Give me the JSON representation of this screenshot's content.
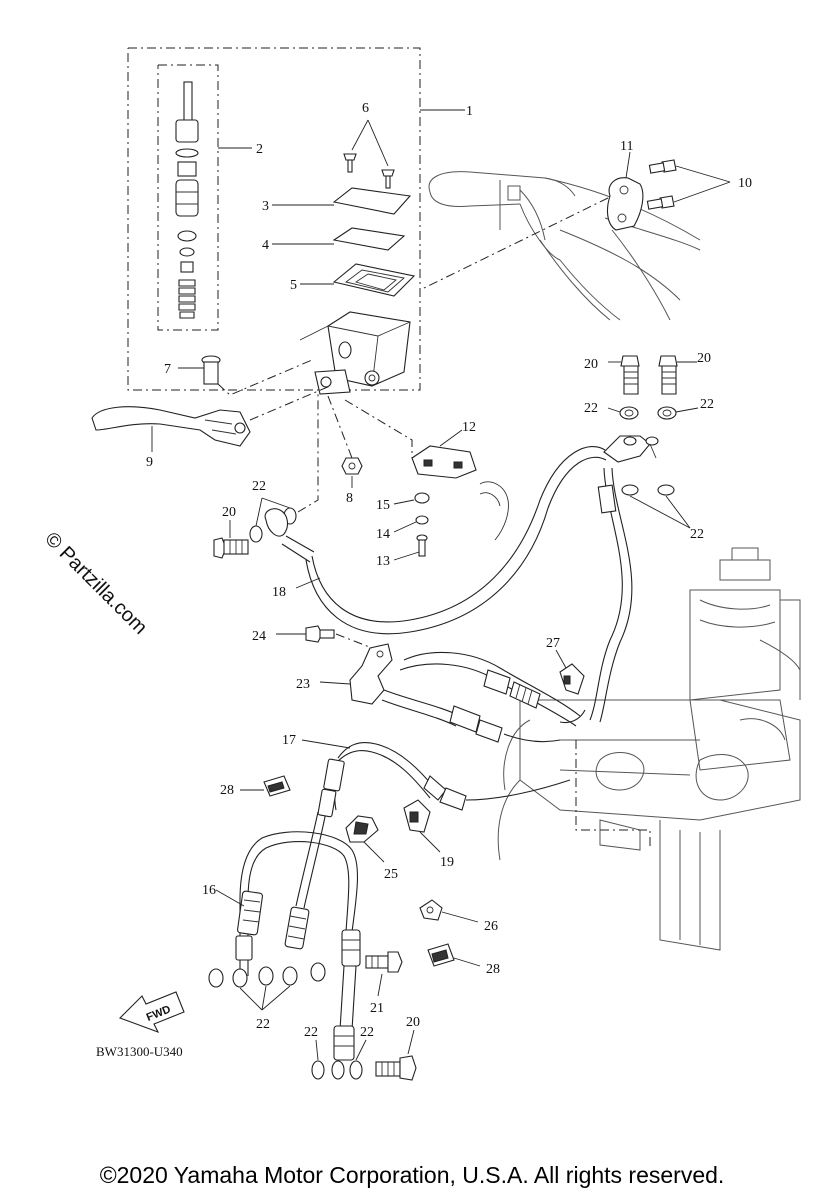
{
  "watermark": "© Partzilla.com",
  "diagram_code": "BW31300-U340",
  "fwd_label": "FWD",
  "copyright": "©2020 Yamaha Motor Corporation, U.S.A. All rights reserved.",
  "callouts": {
    "c1": "1",
    "c2": "2",
    "c3": "3",
    "c4": "4",
    "c5": "5",
    "c6": "6",
    "c7": "7",
    "c8": "8",
    "c9": "9",
    "c10": "10",
    "c11": "11",
    "c12": "12",
    "c13": "13",
    "c14": "14",
    "c15": "15",
    "c16": "16",
    "c17": "17",
    "c18": "18",
    "c19": "19",
    "c20a": "20",
    "c20b": "20",
    "c20c": "20",
    "c20d": "20",
    "c21": "21",
    "c22a": "22",
    "c22b": "22",
    "c22c": "22",
    "c22d": "22",
    "c22e": "22",
    "c22f": "22",
    "c22g": "22",
    "c23": "23",
    "c24": "24",
    "c25": "25",
    "c26": "26",
    "c27": "27",
    "c28a": "28",
    "c28b": "28"
  }
}
